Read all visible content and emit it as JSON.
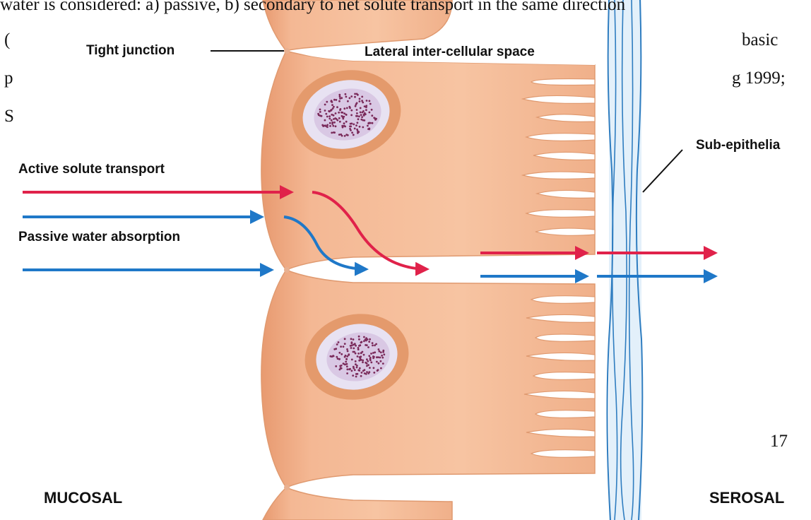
{
  "document": {
    "line1": "water is considered: a) passive, b) secondary to net solute transport in the same direction",
    "line2_start": "(",
    "line2_end": "basic",
    "line3_start": "p",
    "line3_end": "g 1999;",
    "line4_start": "S",
    "page_number": "17"
  },
  "labels": {
    "tight_junction": "Tight junction",
    "lateral_space": "Lateral inter-cellular space",
    "sub_epithelia": "Sub-epithelia",
    "active_solute": "Active solute transport",
    "passive_water": "Passive water absorption",
    "mucosal": "MUCOSAL",
    "serosal": "SEROSAL"
  },
  "colors": {
    "cell_fill": "#f2b088",
    "cell_edge": "#e09a70",
    "nucleus_ring": "#e49a6c",
    "nucleus_fill": "#e8e2f2",
    "nucleus_dots": "#7a2a5a",
    "capillary": "#2f7dc0",
    "capillary_fill": "#e3f0fa",
    "solute_arrow": "#e0224a",
    "water_arrow": "#1f78c8"
  }
}
